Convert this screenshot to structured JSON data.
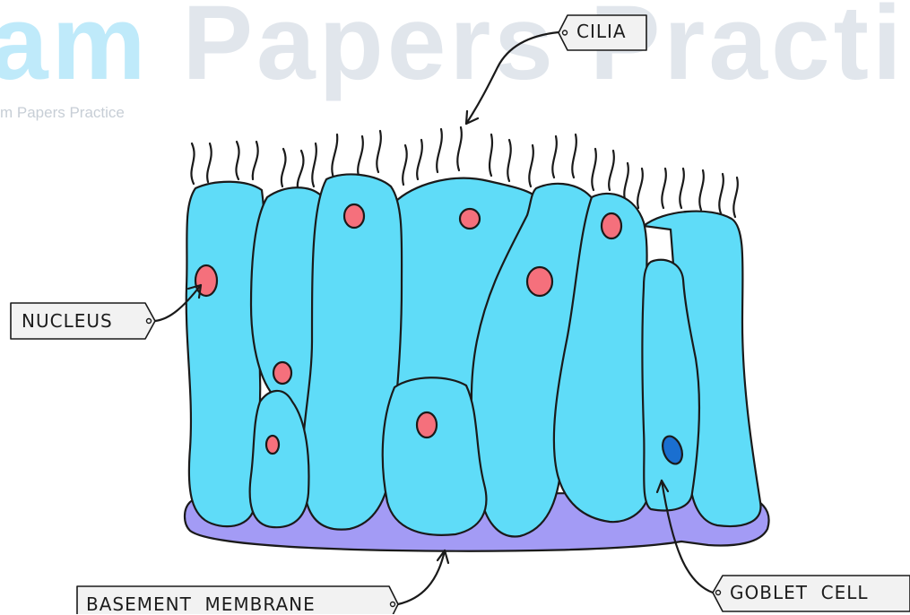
{
  "watermark": {
    "large_accent": "am",
    "large_rest": " Papers Practi",
    "small": "m Papers Practice"
  },
  "labels": {
    "cilia": "CILIA",
    "nucleus": "NUCLEUS",
    "basement_membrane": "BASEMENT  MEMBRANE",
    "goblet_cell": "GOBLET  CELL"
  },
  "colors": {
    "cell_fill": "#5fdcf8",
    "membrane_fill": "#a39bf5",
    "nucleus_fill": "#f5707c",
    "goblet_nucleus_fill": "#1a6fd0",
    "outline": "#1a1a1a",
    "tag_fill": "#f2f2f2"
  }
}
